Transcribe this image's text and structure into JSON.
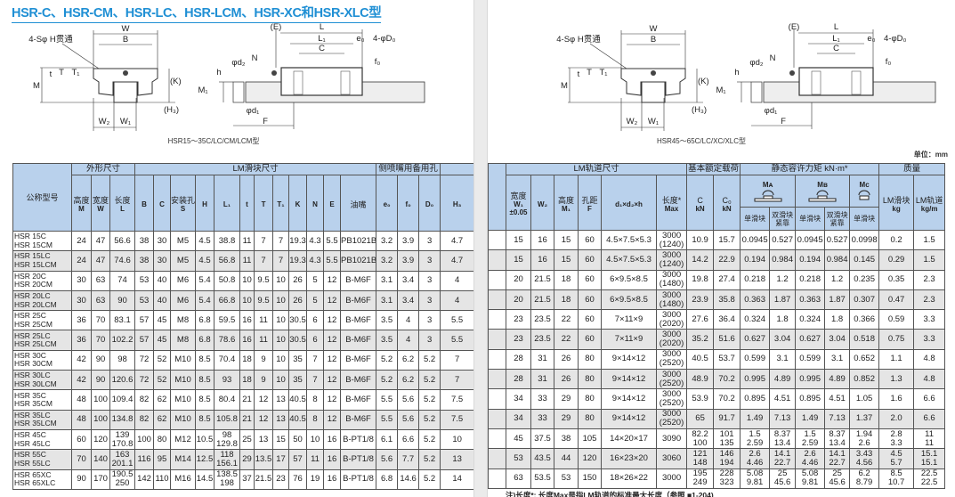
{
  "title": "HSR-C、HSR-CM、HSR-LC、HSR-LCM、HSR-XC和HSR-XLC型",
  "diagram_labels": {
    "W": "W",
    "B": "B",
    "through_hole": "4-Sφ H贯通",
    "t": "t",
    "T": "T",
    "T1": "T₁",
    "M": "M",
    "K": "(K)",
    "H3": "(H₃)",
    "W2": "W₂",
    "W1": "W₁",
    "E": "(E)",
    "L": "L",
    "L1": "L₁",
    "C": "C",
    "e0": "e₀",
    "D0": "4-φD₀",
    "N": "N",
    "d2": "φd₂",
    "h": "h",
    "M1": "M₁",
    "d1": "φd₁",
    "F": "F",
    "f0": "f₀"
  },
  "captions": {
    "left": "HSR15～35C/LC/CM/LCM型",
    "right": "HSR45～65C/LC/XC/XLC型"
  },
  "unit_label": "单位：mm",
  "left_table": {
    "group_headers": {
      "model": "公称型号",
      "outer": "外形尺寸",
      "block": "LM滑块尺寸",
      "side": "侧喷嘴用备用孔"
    },
    "columns": [
      {
        "label": "高度",
        "sym": "M"
      },
      {
        "label": "宽度",
        "sym": "W"
      },
      {
        "label": "长度",
        "sym": "L"
      },
      {
        "label": "",
        "sym": "B"
      },
      {
        "label": "",
        "sym": "C"
      },
      {
        "label": "安装孔",
        "sym": "S"
      },
      {
        "label": "",
        "sym": "H"
      },
      {
        "label": "",
        "sym": "L₁"
      },
      {
        "label": "",
        "sym": "t"
      },
      {
        "label": "",
        "sym": "T"
      },
      {
        "label": "",
        "sym": "T₁"
      },
      {
        "label": "",
        "sym": "K"
      },
      {
        "label": "",
        "sym": "N"
      },
      {
        "label": "",
        "sym": "E"
      },
      {
        "label": "油嘴",
        "sym": ""
      },
      {
        "label": "",
        "sym": "e₀"
      },
      {
        "label": "",
        "sym": "f₀"
      },
      {
        "label": "",
        "sym": "D₀"
      },
      {
        "label": "",
        "sym": "H₃"
      }
    ],
    "rows": [
      {
        "model": "HSR  15C\nHSR  15CM",
        "values": [
          "24",
          "47",
          "56.6",
          "38",
          "30",
          "M5",
          "4.5",
          "38.8",
          "11",
          "7",
          "7",
          "19.3",
          "4.3",
          "5.5",
          "PB1021B",
          "3.2",
          "3.9",
          "3",
          "4.7"
        ]
      },
      {
        "model": "HSR  15LC\nHSR  15LCM",
        "values": [
          "24",
          "47",
          "74.6",
          "38",
          "30",
          "M5",
          "4.5",
          "56.8",
          "11",
          "7",
          "7",
          "19.3",
          "4.3",
          "5.5",
          "PB1021B",
          "3.2",
          "3.9",
          "3",
          "4.7"
        ]
      },
      {
        "model": "HSR  20C\nHSR  20CM",
        "values": [
          "30",
          "63",
          "74",
          "53",
          "40",
          "M6",
          "5.4",
          "50.8",
          "10",
          "9.5",
          "10",
          "26",
          "5",
          "12",
          "B-M6F",
          "3.1",
          "3.4",
          "3",
          "4"
        ]
      },
      {
        "model": "HSR  20LC\nHSR  20LCM",
        "values": [
          "30",
          "63",
          "90",
          "53",
          "40",
          "M6",
          "5.4",
          "66.8",
          "10",
          "9.5",
          "10",
          "26",
          "5",
          "12",
          "B-M6F",
          "3.1",
          "3.4",
          "3",
          "4"
        ]
      },
      {
        "model": "HSR  25C\nHSR  25CM",
        "values": [
          "36",
          "70",
          "83.1",
          "57",
          "45",
          "M8",
          "6.8",
          "59.5",
          "16",
          "11",
          "10",
          "30.5",
          "6",
          "12",
          "B-M6F",
          "3.5",
          "4",
          "3",
          "5.5"
        ]
      },
      {
        "model": "HSR  25LC\nHSR  25LCM",
        "values": [
          "36",
          "70",
          "102.2",
          "57",
          "45",
          "M8",
          "6.8",
          "78.6",
          "16",
          "11",
          "10",
          "30.5",
          "6",
          "12",
          "B-M6F",
          "3.5",
          "4",
          "3",
          "5.5"
        ]
      },
      {
        "model": "HSR  30C\nHSR  30CM",
        "values": [
          "42",
          "90",
          "98",
          "72",
          "52",
          "M10",
          "8.5",
          "70.4",
          "18",
          "9",
          "10",
          "35",
          "7",
          "12",
          "B-M6F",
          "5.2",
          "6.2",
          "5.2",
          "7"
        ]
      },
      {
        "model": "HSR  30LC\nHSR  30LCM",
        "values": [
          "42",
          "90",
          "120.6",
          "72",
          "52",
          "M10",
          "8.5",
          "93",
          "18",
          "9",
          "10",
          "35",
          "7",
          "12",
          "B-M6F",
          "5.2",
          "6.2",
          "5.2",
          "7"
        ]
      },
      {
        "model": "HSR  35C\nHSR  35CM",
        "values": [
          "48",
          "100",
          "109.4",
          "82",
          "62",
          "M10",
          "8.5",
          "80.4",
          "21",
          "12",
          "13",
          "40.5",
          "8",
          "12",
          "B-M6F",
          "5.5",
          "5.6",
          "5.2",
          "7.5"
        ]
      },
      {
        "model": "HSR  35LC\nHSR  35LCM",
        "values": [
          "48",
          "100",
          "134.8",
          "82",
          "62",
          "M10",
          "8.5",
          "105.8",
          "21",
          "12",
          "13",
          "40.5",
          "8",
          "12",
          "B-M6F",
          "5.5",
          "5.6",
          "5.2",
          "7.5"
        ]
      },
      {
        "model": "HSR  45C\nHSR  45LC",
        "values": [
          "60",
          "120",
          "139\n170.8",
          "100",
          "80",
          "M12",
          "10.5",
          "98\n129.8",
          "25",
          "13",
          "15",
          "50",
          "10",
          "16",
          "B-PT1/8",
          "6.1",
          "6.6",
          "5.2",
          "10"
        ]
      },
      {
        "model": "HSR  55C\nHSR  55LC",
        "values": [
          "70",
          "140",
          "163\n201.1",
          "116",
          "95",
          "M14",
          "12.5",
          "118\n156.1",
          "29",
          "13.5",
          "17",
          "57",
          "11",
          "16",
          "B-PT1/8",
          "5.6",
          "7.7",
          "5.2",
          "13"
        ]
      },
      {
        "model": "HSR  65XC\nHSR  65XLC",
        "values": [
          "90",
          "170",
          "190.5\n250",
          "142",
          "110",
          "M16",
          "14.5",
          "138.5\n198",
          "37",
          "21.5",
          "23",
          "76",
          "19",
          "16",
          "B-PT1/8",
          "6.8",
          "14.6",
          "5.2",
          "14"
        ]
      }
    ]
  },
  "right_table": {
    "group_headers": {
      "rail": "LM轨道尺寸",
      "load": "基本额定载荷",
      "moment": "静态容许力矩 kN·m*",
      "mass": "质量"
    },
    "rail_columns": [
      {
        "label": "宽度",
        "sym": "W₁\n±0.05"
      },
      {
        "label": "",
        "sym": "W₂"
      },
      {
        "label": "高度",
        "sym": "M₁"
      },
      {
        "label": "孔距",
        "sym": "F"
      },
      {
        "label": "",
        "sym": "d₁×d₂×h"
      },
      {
        "label": "长度*",
        "sym": "Max"
      }
    ],
    "load_columns": [
      {
        "label": "C",
        "sym": "kN"
      },
      {
        "label": "C₀",
        "sym": "kN"
      }
    ],
    "moment_groups": [
      {
        "label": "Mᴀ"
      },
      {
        "label": "Mʙ"
      },
      {
        "label": "Mᴄ"
      }
    ],
    "moment_sub": [
      "单滑块",
      "双滑块\n紧靠",
      "单滑块",
      "双滑块\n紧靠",
      "单滑块"
    ],
    "mass_columns": [
      {
        "label": "LM滑块",
        "sym": "kg"
      },
      {
        "label": "LM轨道",
        "sym": "kg/m"
      }
    ],
    "rows": [
      [
        "15",
        "16",
        "15",
        "60",
        "4.5×7.5×5.3",
        "3000\n(1240)",
        "10.9",
        "15.7",
        "0.0945",
        "0.527",
        "0.0945",
        "0.527",
        "0.0998",
        "0.2",
        "1.5"
      ],
      [
        "15",
        "16",
        "15",
        "60",
        "4.5×7.5×5.3",
        "3000\n(1240)",
        "14.2",
        "22.9",
        "0.194",
        "0.984",
        "0.194",
        "0.984",
        "0.145",
        "0.29",
        "1.5"
      ],
      [
        "20",
        "21.5",
        "18",
        "60",
        "6×9.5×8.5",
        "3000\n(1480)",
        "19.8",
        "27.4",
        "0.218",
        "1.2",
        "0.218",
        "1.2",
        "0.235",
        "0.35",
        "2.3"
      ],
      [
        "20",
        "21.5",
        "18",
        "60",
        "6×9.5×8.5",
        "3000\n(1480)",
        "23.9",
        "35.8",
        "0.363",
        "1.87",
        "0.363",
        "1.87",
        "0.307",
        "0.47",
        "2.3"
      ],
      [
        "23",
        "23.5",
        "22",
        "60",
        "7×11×9",
        "3000\n(2020)",
        "27.6",
        "36.4",
        "0.324",
        "1.8",
        "0.324",
        "1.8",
        "0.366",
        "0.59",
        "3.3"
      ],
      [
        "23",
        "23.5",
        "22",
        "60",
        "7×11×9",
        "3000\n(2020)",
        "35.2",
        "51.6",
        "0.627",
        "3.04",
        "0.627",
        "3.04",
        "0.518",
        "0.75",
        "3.3"
      ],
      [
        "28",
        "31",
        "26",
        "80",
        "9×14×12",
        "3000\n(2520)",
        "40.5",
        "53.7",
        "0.599",
        "3.1",
        "0.599",
        "3.1",
        "0.652",
        "1.1",
        "4.8"
      ],
      [
        "28",
        "31",
        "26",
        "80",
        "9×14×12",
        "3000\n(2520)",
        "48.9",
        "70.2",
        "0.995",
        "4.89",
        "0.995",
        "4.89",
        "0.852",
        "1.3",
        "4.8"
      ],
      [
        "34",
        "33",
        "29",
        "80",
        "9×14×12",
        "3000\n(2520)",
        "53.9",
        "70.2",
        "0.895",
        "4.51",
        "0.895",
        "4.51",
        "1.05",
        "1.6",
        "6.6"
      ],
      [
        "34",
        "33",
        "29",
        "80",
        "9×14×12",
        "3000\n(2520)",
        "65",
        "91.7",
        "1.49",
        "7.13",
        "1.49",
        "7.13",
        "1.37",
        "2.0",
        "6.6"
      ],
      [
        "45",
        "37.5",
        "38",
        "105",
        "14×20×17",
        "3090",
        "82.2\n100",
        "101\n135",
        "1.5\n2.59",
        "8.37\n13.4",
        "1.5\n2.59",
        "8.37\n13.4",
        "1.94\n2.6",
        "2.8\n3.3",
        "11\n11"
      ],
      [
        "53",
        "43.5",
        "44",
        "120",
        "16×23×20",
        "3060",
        "121\n148",
        "146\n194",
        "2.6\n4.46",
        "14.1\n22.7",
        "2.6\n4.46",
        "14.1\n22.7",
        "3.43\n4.56",
        "4.5\n5.7",
        "15.1\n15.1"
      ],
      [
        "63",
        "53.5",
        "53",
        "150",
        "18×26×22",
        "3000",
        "195\n249",
        "228\n323",
        "5.08\n9.81",
        "25\n45.6",
        "5.08\n9.81",
        "25\n45.6",
        "6.2\n8.79",
        "8.5\n10.7",
        "22.5\n22.5"
      ]
    ]
  },
  "footnote": "注)长度*: 长度Max是指LM轨道的标准最大长度（参照 ■1-204)"
}
